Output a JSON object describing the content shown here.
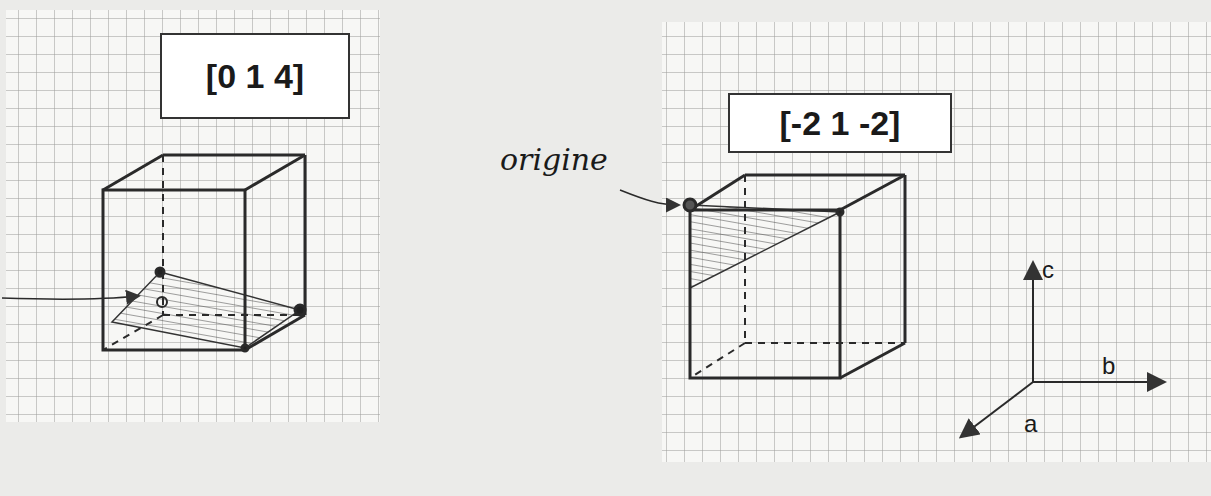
{
  "diagram": {
    "nodes": [
      {
        "text": [
          "[0 1 4]"
        ]
      },
      {
        "text": [
          "[-2 1 -2]"
        ]
      }
    ],
    "labels": [
      "origine",
      "c",
      "b",
      "a"
    ]
  }
}
